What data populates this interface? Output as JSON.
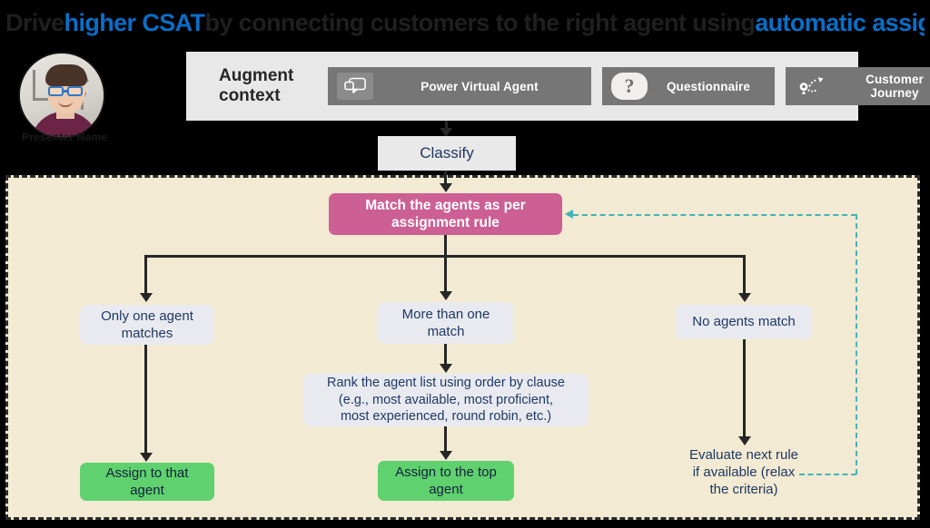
{
  "title": {
    "segments": [
      {
        "text": "Drive",
        "color": "dark"
      },
      {
        "text": "higher CSAT",
        "color": "blue"
      },
      {
        "text": "by connecting customers to the right agent using",
        "color": "dark"
      },
      {
        "text": "automatic assignment.",
        "color": "blue"
      }
    ],
    "accent_color": "#0a6ec7",
    "dark_color": "#1f1f1f"
  },
  "presenter": {
    "avatar_alt": "presenter-photo",
    "name": "Presenter Name"
  },
  "context_strip": {
    "label": "Augment\ncontext",
    "label_line1": "Augment",
    "label_line2": "context",
    "chips": [
      {
        "label": "Power Virtual Agent",
        "icon": "chat-bot-icon"
      },
      {
        "label": "Questionnaire",
        "icon": "question-mark-icon"
      },
      {
        "label": "Customer Journey",
        "icon": "journey-path-icon"
      }
    ],
    "background": "#e8e8e8",
    "chip_color": "#767676"
  },
  "flow": {
    "classify": "Classify",
    "match_rule": "Match the agents as per assignment rule",
    "match_rule_line1": "Match the agents as per",
    "match_rule_line2": "assignment rule",
    "branches": [
      {
        "condition": "Only one agent matches",
        "condition_line1": "Only one agent",
        "condition_line2": "matches",
        "result": "Assign to that agent",
        "result_line1": "Assign to that",
        "result_line2": "agent"
      },
      {
        "condition": "More than one match",
        "condition_line1": "More than one",
        "condition_line2": "match",
        "rank": "Rank the agent list using order by clause (e.g., most available, most proficient, most experienced, round robin, etc.)",
        "rank_line1": "Rank the agent list using order by clause",
        "rank_line2": "(e.g., most available, most proficient,",
        "rank_line3": "most experienced, round robin, etc.)",
        "result": "Assign to the top agent",
        "result_line1": "Assign to the top",
        "result_line2": "agent"
      },
      {
        "condition": "No agents match",
        "result": "Evaluate next rule if available (relax the criteria)",
        "result_line1": "Evaluate next rule",
        "result_line2": "if available (relax",
        "result_line3": "the criteria)"
      }
    ],
    "colors": {
      "panel_background": "#f2ead2",
      "match_node": "#cc5f93",
      "condition_node": "#e8eaf0",
      "assign_node": "#5fd16e",
      "text_navy": "#1f3864",
      "connector": "#262626",
      "feedback_loop": "#43b3b8"
    }
  }
}
